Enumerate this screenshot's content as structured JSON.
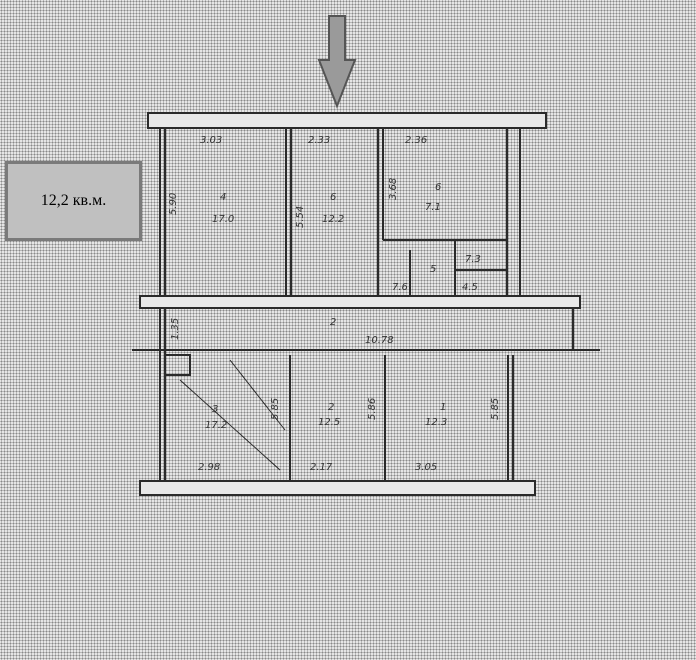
{
  "area_label": "12,2 кв.м.",
  "colors": {
    "arrow": "#9a9a9a",
    "arrow_border": "#555555",
    "label_box": "#c0c0c0",
    "walls": "#2a2a2a"
  },
  "plan": {
    "top_rooms": [
      {
        "width": "3.03",
        "depth": "5.90",
        "number": "4",
        "area": "17.0"
      },
      {
        "width": "2.33",
        "depth": "5.54",
        "number": "6",
        "area": "12.2"
      },
      {
        "width": "2.36",
        "depth": "3.68",
        "number": "6",
        "area": "7.1"
      }
    ],
    "corridor": {
      "number": "2",
      "length": "10.78",
      "width": "1.35"
    },
    "small_rooms": [
      {
        "label": "7.6"
      },
      {
        "label": "5"
      },
      {
        "label": "7.3"
      },
      {
        "label": "4.5"
      }
    ],
    "bottom_rooms": [
      {
        "width": "2.98",
        "depth": "5.85",
        "number": "3",
        "area": "17.2"
      },
      {
        "width": "2.17",
        "depth": "5.86",
        "number": "2",
        "area": "12.5"
      },
      {
        "width": "3.05",
        "depth": "5.85",
        "number": "1",
        "area": "12.3"
      }
    ]
  }
}
